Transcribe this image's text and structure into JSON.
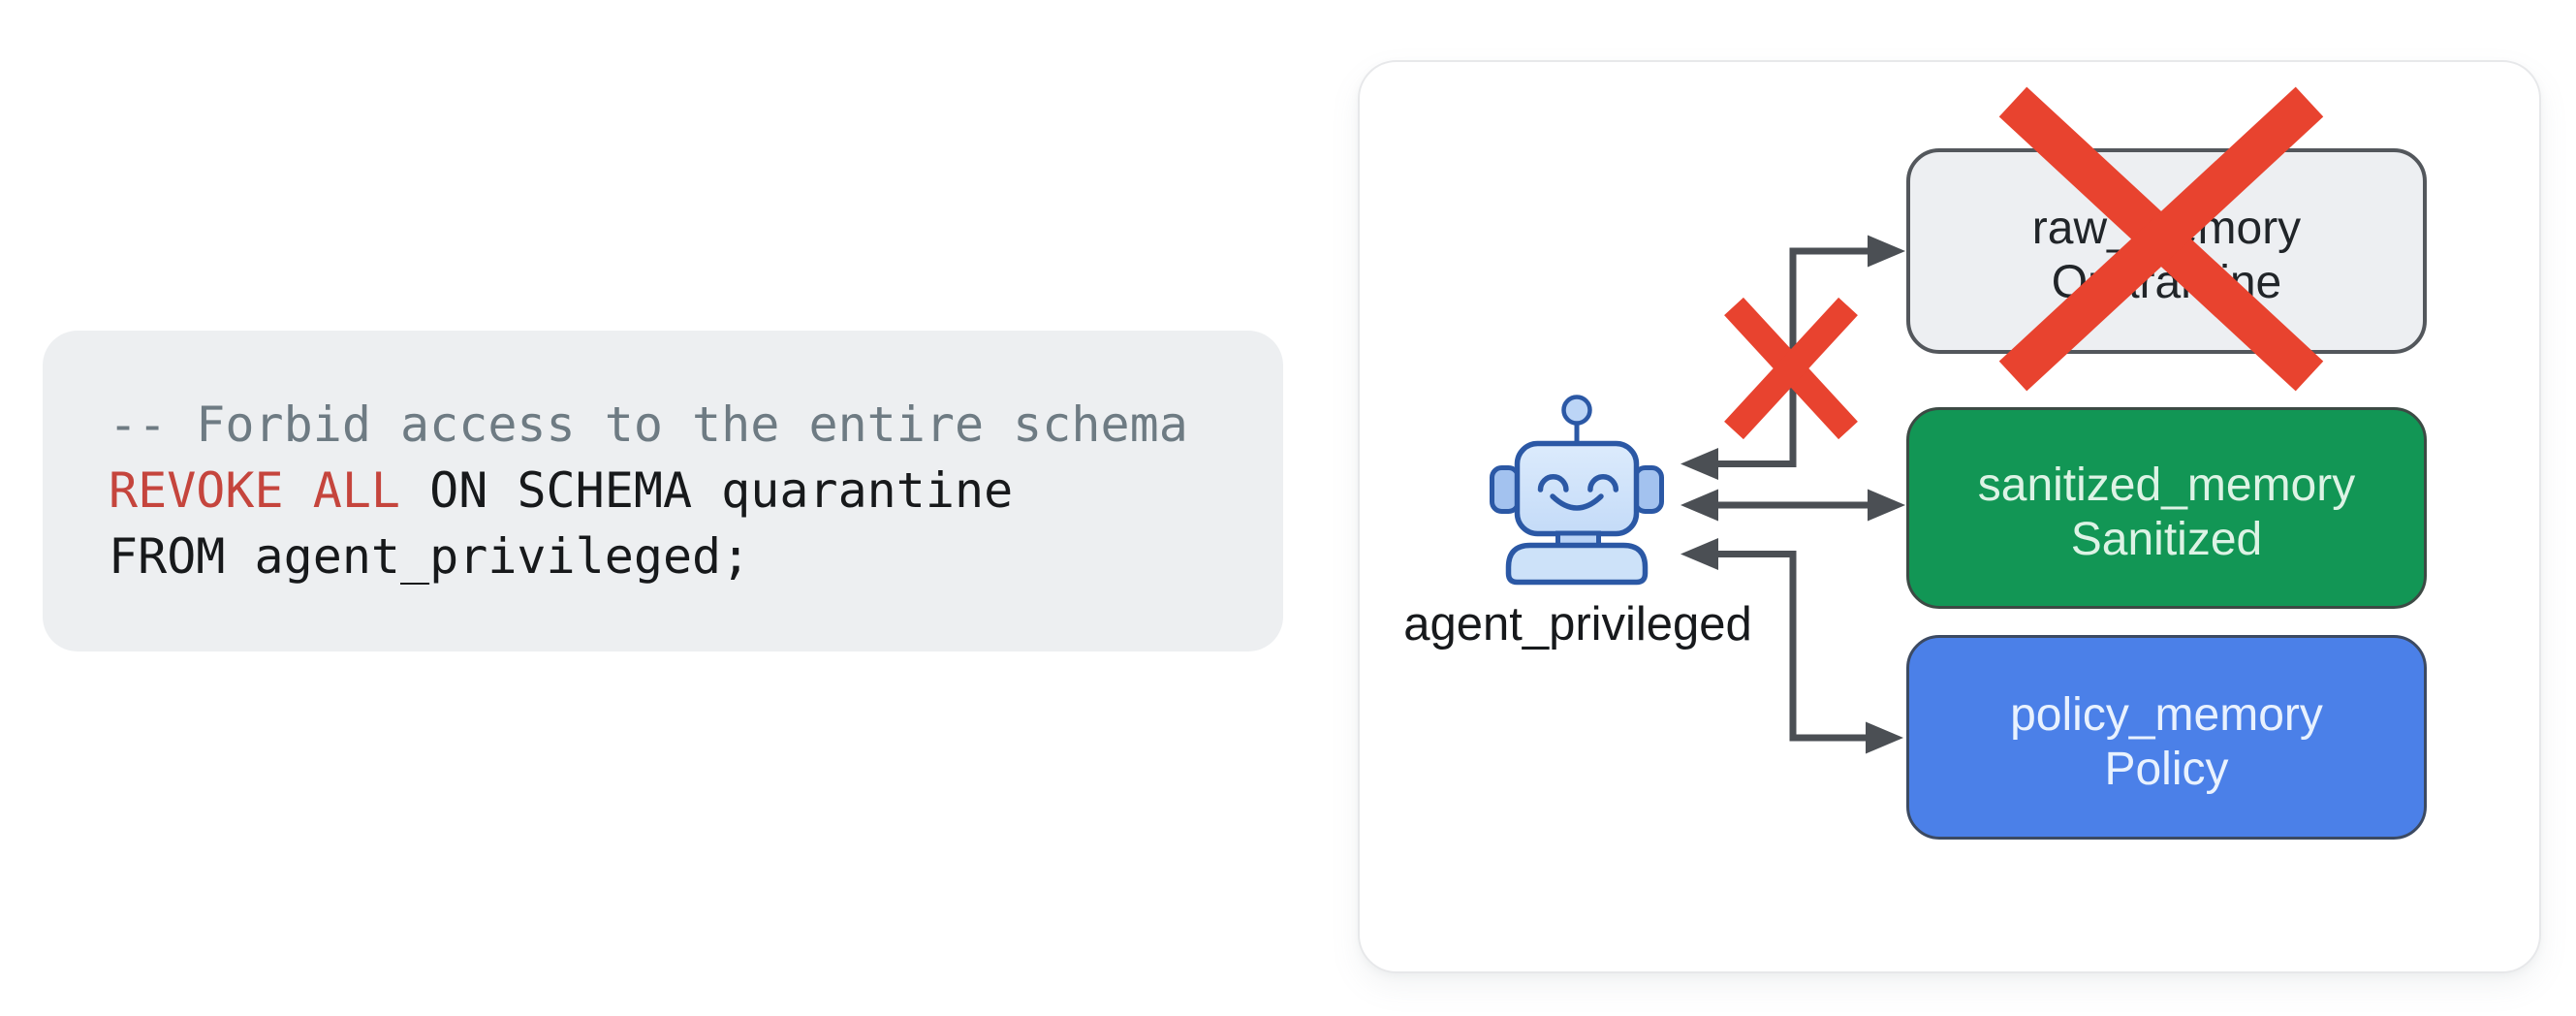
{
  "page": {
    "background": "#ffffff",
    "description": "SQL privilege revocation illustration: code snippet plus agent-memory access diagram"
  },
  "code_block": {
    "comment": "-- Forbid access to the entire schema",
    "keyword": "REVOKE ALL",
    "statement_rest": " ON SCHEMA quarantine",
    "line3": "FROM agent_privileged;",
    "background": "#edeff1",
    "comment_color": "#6e7b83",
    "keyword_color": "#c5453d",
    "text_color": "#17191b"
  },
  "diagram": {
    "agent_label": "agent_privileged",
    "agent_icon": "robot-icon",
    "nodes": [
      {
        "title": "raw_memory",
        "subtitle": "Quarantine",
        "fill": "#edeff2",
        "text_color": "#212529",
        "access": "blocked"
      },
      {
        "title": "sanitized_memory",
        "subtitle": "Sanitized",
        "fill": "#129655",
        "text_color": "#ddf3e5",
        "access": "allowed"
      },
      {
        "title": "policy_memory",
        "subtitle": "Policy",
        "fill": "#4b80e8",
        "text_color": "#e9f2fe",
        "access": "allowed"
      }
    ],
    "blocked_marks": [
      "big-x-over-raw-memory-node",
      "small-x-over-raw-memory-arrow"
    ],
    "x_mark_color": "#e8432f",
    "arrow_color": "#4b4f54",
    "card_background": "#ffffff",
    "card_border": "#e6e7e9"
  }
}
